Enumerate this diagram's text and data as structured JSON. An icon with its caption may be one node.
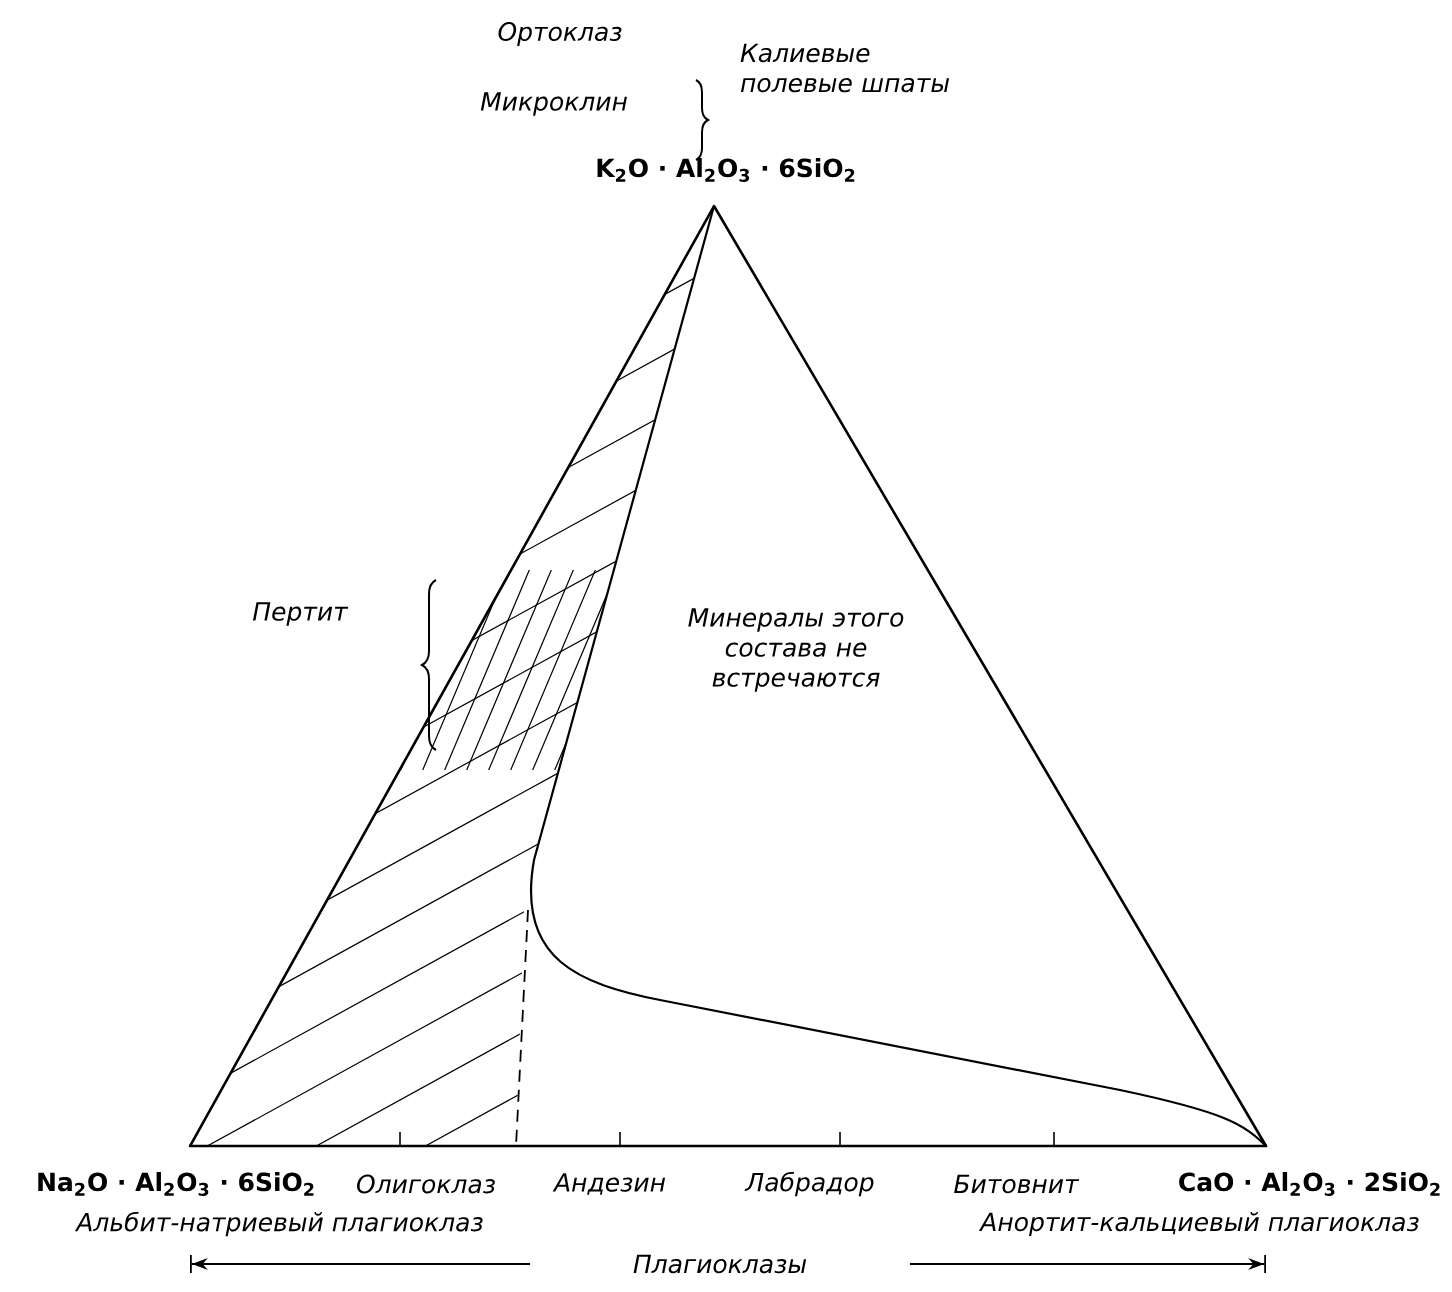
{
  "diagram": {
    "labels": [
      "Ортоклаз",
      "Микроклин",
      "Калиевые полевые шпаты",
      "K$_{2}$O · Al$_{2}$O$_{3}$ · 6SiO$_{2}$",
      "Пертит",
      "Минералы этого состава не встречаются",
      "Na$_{2}$O · Al$_{2}$O$_{3}$ · 6SiO$_{2}$",
      "Олигоклаз",
      "Андезин",
      "Лабрадор",
      "Битовнит",
      "CaO · Al$_{2}$O$_{3}$ · 2SiO$_{2}$",
      "Альбит-натриевый плагиоклаз",
      "Анортит-кальциевый плагиоклаз",
      "Плагиоклазы"
    ]
  }
}
